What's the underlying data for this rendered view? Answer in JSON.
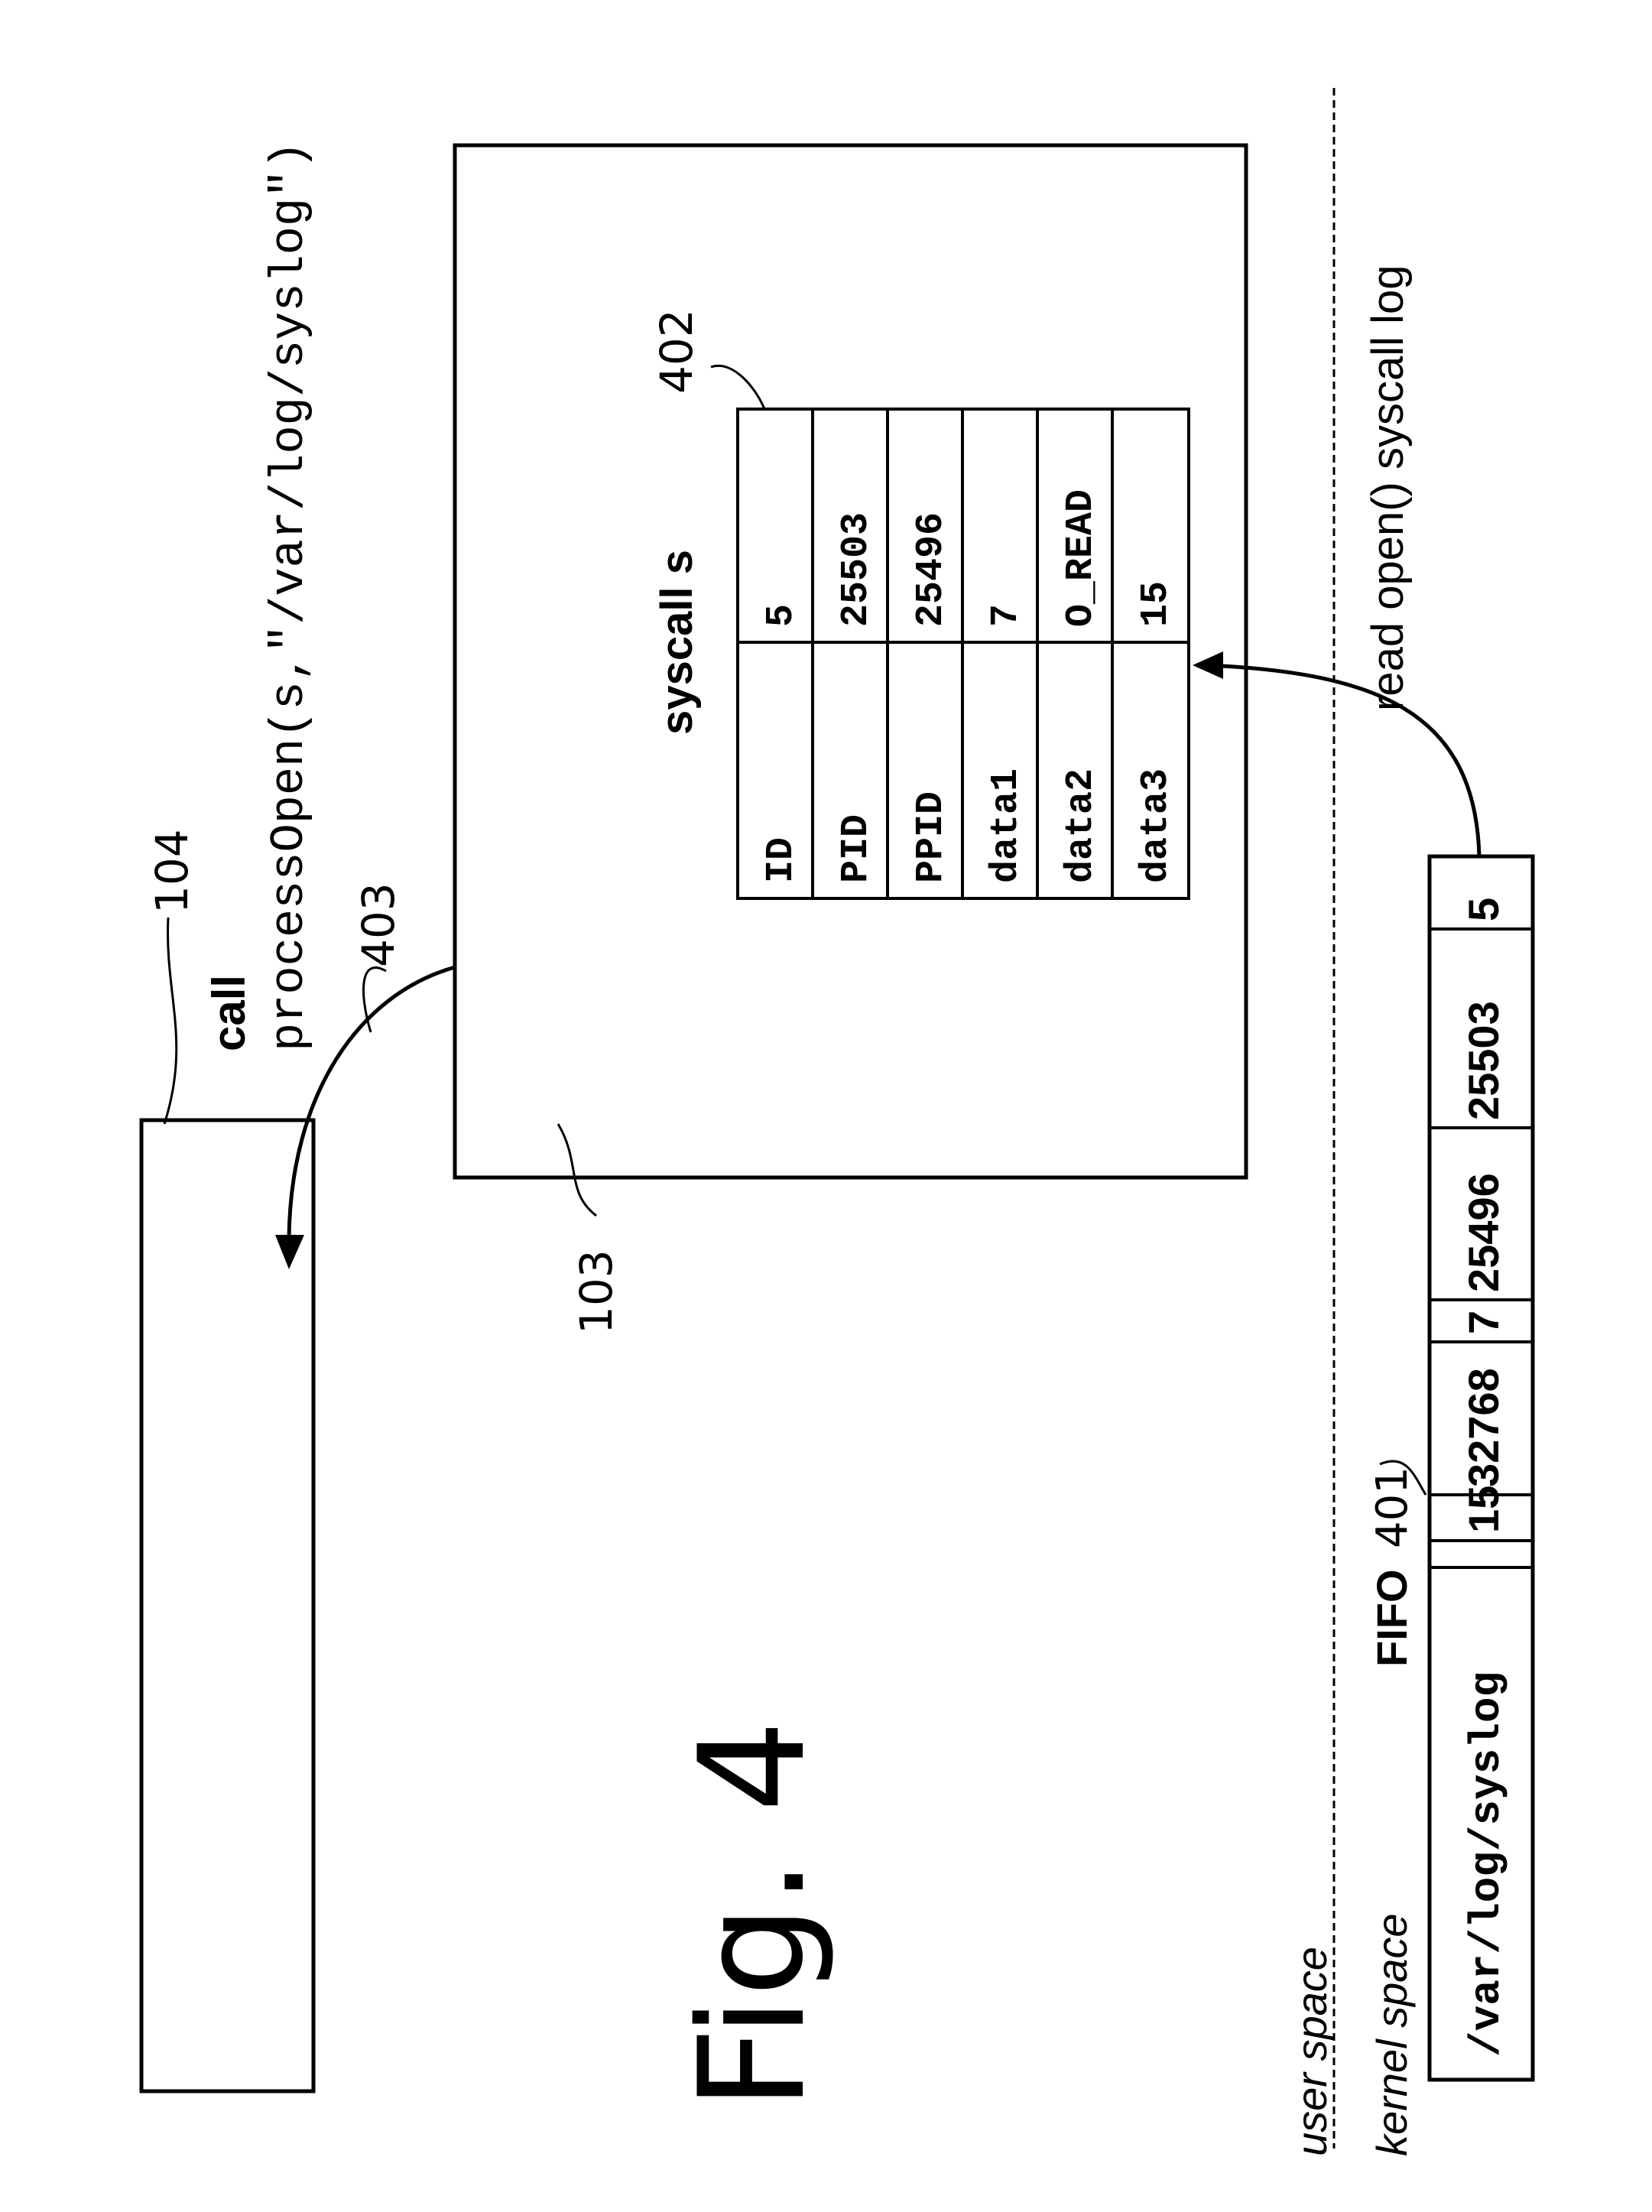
{
  "figure": {
    "label": "Fig. 4"
  },
  "refs": {
    "r104": "104",
    "r403": "403",
    "r103": "103",
    "r402": "402",
    "r401": "401"
  },
  "call_note": {
    "call_word": "call",
    "call_text": "processOpen(s,\"/var/log/syslog\")"
  },
  "syscall_table": {
    "title": "syscall s",
    "rows": [
      {
        "field": "ID",
        "value": "5"
      },
      {
        "field": "PID",
        "value": "25503"
      },
      {
        "field": "PPID",
        "value": "25496"
      },
      {
        "field": "data1",
        "value": "7"
      },
      {
        "field": "data2",
        "value": "O_READ"
      },
      {
        "field": "data3",
        "value": "15"
      }
    ]
  },
  "boundary": {
    "user_space": "user space",
    "kernel_space": "kernel space",
    "read_label": "read open() syscall log"
  },
  "fifo": {
    "title": "FIFO",
    "cells": [
      "/var/log/syslog",
      "",
      "15",
      "32768",
      "7",
      "25496",
      "25503",
      "5"
    ]
  }
}
